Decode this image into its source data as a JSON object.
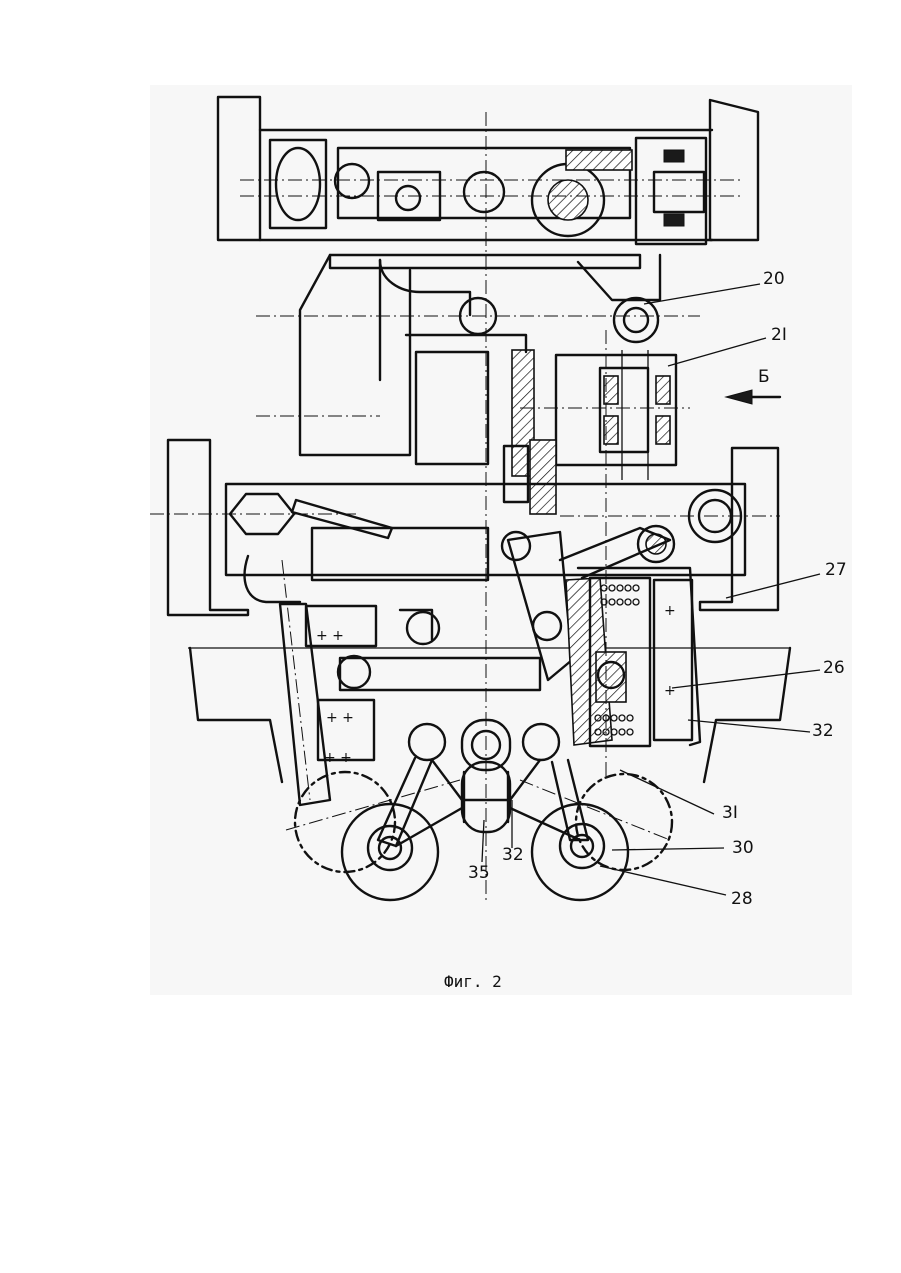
{
  "figure": {
    "caption": "Фиг. 2",
    "view_arrow_label": "Б",
    "callouts": {
      "c20": "20",
      "c21": "2I",
      "c27": "27",
      "c26": "26",
      "c32_right": "32",
      "c31": "3I",
      "c30": "30",
      "c28": "28",
      "c35": "35",
      "c32_bottom": "32"
    }
  }
}
